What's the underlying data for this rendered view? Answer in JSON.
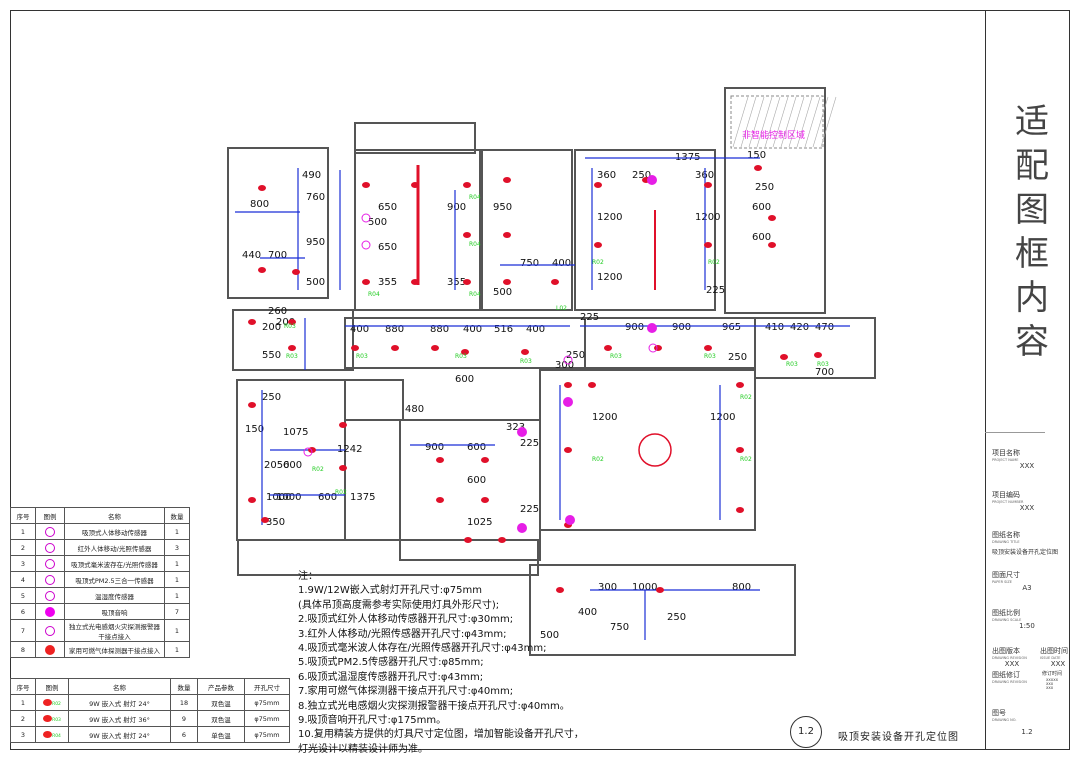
{
  "title_vertical": [
    "适",
    "配",
    "图",
    "框",
    "内",
    "容"
  ],
  "title_block": {
    "project_name": {
      "label": "项目名称",
      "sub": "PROJECT NAME",
      "value": "XXX"
    },
    "project_number": {
      "label": "项目编码",
      "sub": "PROJECT NUMBER",
      "value": "XXX"
    },
    "drawing_title": {
      "label": "图纸名称",
      "sub": "DRAWING TITLE",
      "value": "吸顶安装设备开孔定位图"
    },
    "paper_size": {
      "label": "图面尺寸",
      "sub": "PAPER SIZE",
      "value": "A3"
    },
    "scale": {
      "label": "图纸比例",
      "sub": "DRAWING SCALE",
      "value": "1:50"
    },
    "version": {
      "label": "出图版本",
      "sub": "DRAWING REVISION",
      "value": "XXX"
    },
    "issue_date": {
      "label": "出图时间",
      "sub": "ISSUE DATE",
      "value": "XXX"
    },
    "revision": {
      "label": "图纸修订",
      "sub": "DRAWING REVISION",
      "value2": "修订时间",
      "rev_vals": [
        "XXXXX",
        "XXX",
        "XXX"
      ]
    },
    "drawing_no": {
      "label": "图号",
      "sub": "DRAWING NO.",
      "value": "1.2"
    }
  },
  "sensor_table": {
    "headers": [
      "序号",
      "图例",
      "名称",
      "数量"
    ],
    "rows": [
      {
        "no": "1",
        "name": "吸顶式人体移动传感器",
        "qty": "1"
      },
      {
        "no": "2",
        "name": "红外人体移动/光照传感器",
        "qty": "3"
      },
      {
        "no": "3",
        "name": "吸顶式毫米波存在/光照传感器",
        "qty": "1"
      },
      {
        "no": "4",
        "name": "吸顶式PM2.5三合一传感器",
        "qty": "1"
      },
      {
        "no": "5",
        "name": "温湿度传感器",
        "qty": "1"
      },
      {
        "no": "6",
        "name": "吸顶音响",
        "qty": "7"
      },
      {
        "no": "7",
        "name": "独立式光电感烟火灾探测报警器干接点接入",
        "qty": "1"
      },
      {
        "no": "8",
        "name": "家用可燃气体探测器干接点接入",
        "qty": "1"
      }
    ]
  },
  "light_table": {
    "headers": [
      "序号",
      "图例",
      "名称",
      "数量",
      "产品参数",
      "开孔尺寸"
    ],
    "rows": [
      {
        "no": "1",
        "tag": "R02",
        "name": "9W 嵌入式 射灯 24°",
        "qty": "18",
        "param": "双色温",
        "hole": "φ75mm"
      },
      {
        "no": "2",
        "tag": "R03",
        "name": "9W 嵌入式 射灯 36°",
        "qty": "9",
        "param": "双色温",
        "hole": "φ75mm"
      },
      {
        "no": "3",
        "tag": "R04",
        "name": "9W 嵌入式 射灯 24°",
        "qty": "6",
        "param": "单色温",
        "hole": "φ75mm"
      }
    ]
  },
  "notes": [
    "注：",
    "1.9W/12W嵌入式射灯开孔尺寸:φ75mm",
    "(具体吊顶高度需参考实际使用灯具外形尺寸);",
    "2.吸顶式红外人体移动传感器开孔尺寸:φ30mm;",
    "3.红外人体移动/光照传感器开孔尺寸:φ43mm;",
    "4.吸顶式毫米波人体存在/光照传感器开孔尺寸:φ43mm;",
    "5.吸顶式PM2.5传感器开孔尺寸:φ85mm;",
    "6.吸顶式温湿度传感器开孔尺寸:φ43mm;",
    "7.家用可燃气体探测器干接点开孔尺寸:φ40mm;",
    "8.独立式光电感烟火灾探测报警器干接点开孔尺寸:φ40mm。",
    "9.吸顶音响开孔尺寸:φ175mm。",
    "10.复用精装方提供的灯具尺寸定位图，增加智能设备开孔尺寸，",
    "灯光设计以精装设计师为准。"
  ],
  "drawing_no_circle": "1.2",
  "drawing_title_text": "吸顶安装设备开孔定位图",
  "plan": {
    "zone_label": "非智能控制区域",
    "dims": [
      "1375",
      "150",
      "250",
      "360",
      "360",
      "250",
      "600",
      "600",
      "490",
      "760",
      "800",
      "440",
      "700",
      "950",
      "500",
      "650",
      "900",
      "950",
      "750",
      "400",
      "500",
      "355",
      "650",
      "500",
      "355",
      "1200",
      "1200",
      "1200",
      "225",
      "225",
      "260",
      "200",
      "200",
      "550",
      "400",
      "880",
      "880",
      "400",
      "516",
      "400",
      "250",
      "900",
      "900",
      "965",
      "410",
      "420",
      "470",
      "700",
      "250",
      "300",
      "480",
      "1000",
      "1200",
      "1200",
      "250",
      "150",
      "1075",
      "1242",
      "2050",
      "600",
      "1000",
      "600",
      "1375",
      "350",
      "900",
      "600",
      "225",
      "323",
      "600",
      "1025",
      "225",
      "300",
      "1000",
      "800",
      "400",
      "500",
      "750",
      "250",
      "600"
    ],
    "tags": [
      "R02",
      "R03",
      "R04",
      "L02"
    ]
  },
  "colors": {
    "wall": "#555555",
    "dim": "#1a2fd6",
    "light": "#e0102a",
    "speaker": "#e61ee6",
    "tag": "#22cc22"
  }
}
